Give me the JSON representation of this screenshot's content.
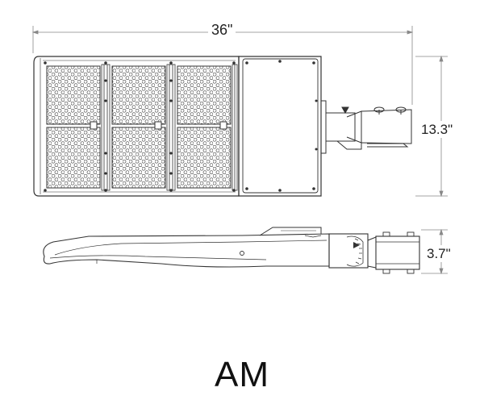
{
  "dimensions": {
    "width": "36\"",
    "height": "13.3\"",
    "depth": "3.7\""
  },
  "model": "AM",
  "colors": {
    "line": "#333333",
    "dim_line": "#888888",
    "background": "#ffffff"
  }
}
